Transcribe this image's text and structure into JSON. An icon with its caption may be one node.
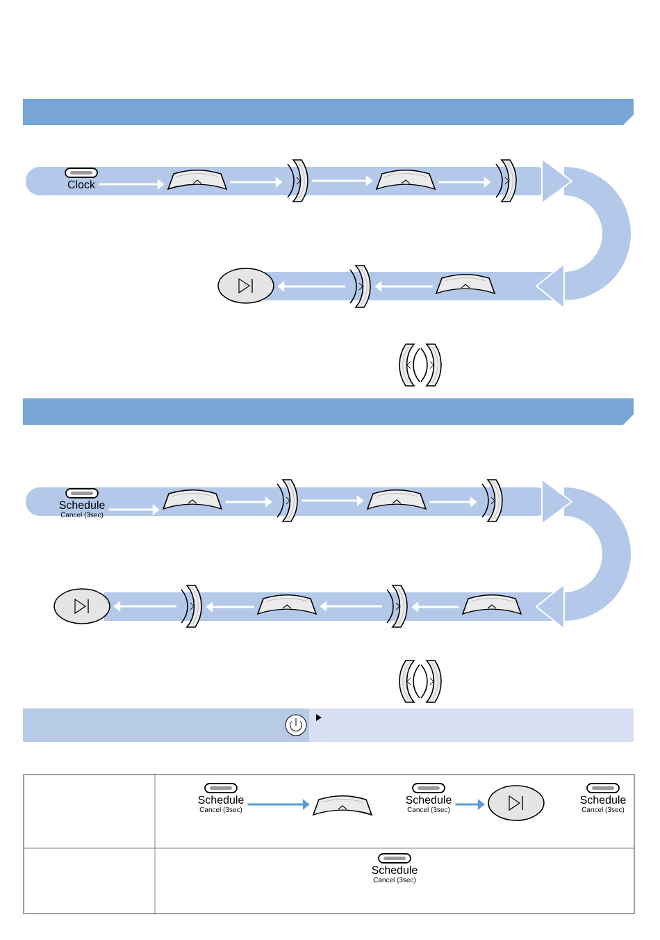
{
  "diagram": {
    "nodes": [
      {
        "text": [
          "Clock"
        ]
      },
      {
        "text": [],
        "shape": "button"
      },
      {
        "text": [],
        "shape": "button"
      },
      {
        "text": [],
        "shape": "button"
      },
      {
        "text": [],
        "shape": "button"
      },
      {
        "text": [],
        "shape": "button"
      },
      {
        "text": [],
        "shape": "button"
      },
      {
        "text": [],
        "shape": "button"
      },
      {
        "text": [
          "Schedule",
          "Cancel (3sec)"
        ]
      },
      {
        "text": [],
        "shape": "button"
      },
      {
        "text": [],
        "shape": "button"
      },
      {
        "text": [],
        "shape": "button"
      },
      {
        "text": [],
        "shape": "button"
      },
      {
        "text": [],
        "shape": "button"
      },
      {
        "text": [],
        "shape": "button"
      },
      {
        "text": [],
        "shape": "button"
      },
      {
        "text": [],
        "shape": "button"
      },
      {
        "text": [],
        "shape": "button"
      },
      {
        "text": [
          "Schedule",
          "Cancel (3sec)"
        ]
      },
      {
        "text": [],
        "shape": "button"
      },
      {
        "text": [
          "Schedule",
          "Cancel (3sec)"
        ]
      },
      {
        "text": [],
        "shape": "button"
      },
      {
        "text": [
          "Schedule",
          "Cancel (3sec)"
        ]
      },
      {
        "text": [
          "Schedule",
          "Cancel (3sec)"
        ]
      }
    ],
    "edges": [
      {
        "from": 0,
        "to": 1,
        "arrow": "to"
      },
      {
        "from": 1,
        "to": 2,
        "arrow": "to"
      },
      {
        "from": 2,
        "to": 3,
        "arrow": "to"
      },
      {
        "from": 3,
        "to": 4,
        "arrow": "to"
      },
      {
        "from": 5,
        "to": 6,
        "arrow": "to"
      },
      {
        "from": 6,
        "to": 7,
        "arrow": "to"
      },
      {
        "from": 8,
        "to": 9,
        "arrow": "to"
      },
      {
        "from": 9,
        "to": 10,
        "arrow": "to"
      },
      {
        "from": 10,
        "to": 11,
        "arrow": "to"
      },
      {
        "from": 11,
        "to": 12,
        "arrow": "to"
      },
      {
        "from": 13,
        "to": 14,
        "arrow": "to"
      },
      {
        "from": 14,
        "to": 15,
        "arrow": "to"
      },
      {
        "from": 15,
        "to": 16,
        "arrow": "to"
      },
      {
        "from": 16,
        "to": 17,
        "arrow": "to"
      },
      {
        "from": 18,
        "to": 19,
        "arrow": "to",
        "color": "#5b9bd5"
      },
      {
        "from": 20,
        "to": 21,
        "arrow": "to",
        "color": "#5b9bd5"
      }
    ]
  }
}
